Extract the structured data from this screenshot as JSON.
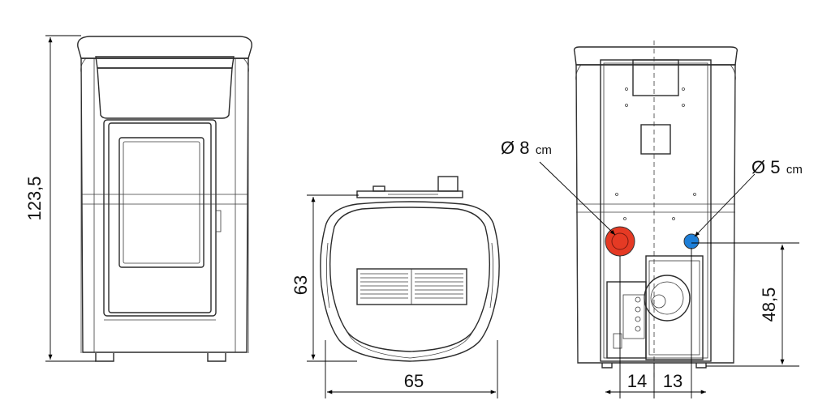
{
  "dimensions": {
    "front_height": "123,5",
    "side_depth": "63",
    "top_width": "65",
    "rear_outlet_height": "48,5",
    "rear_offset_left": "14",
    "rear_offset_right": "13"
  },
  "pipes": {
    "flue": {
      "diameter_label": "Ø 8",
      "unit": "cm",
      "color": "#e53a24"
    },
    "air_intake": {
      "diameter_label": "Ø 5",
      "unit": "cm",
      "color": "#1e7fd8"
    }
  }
}
